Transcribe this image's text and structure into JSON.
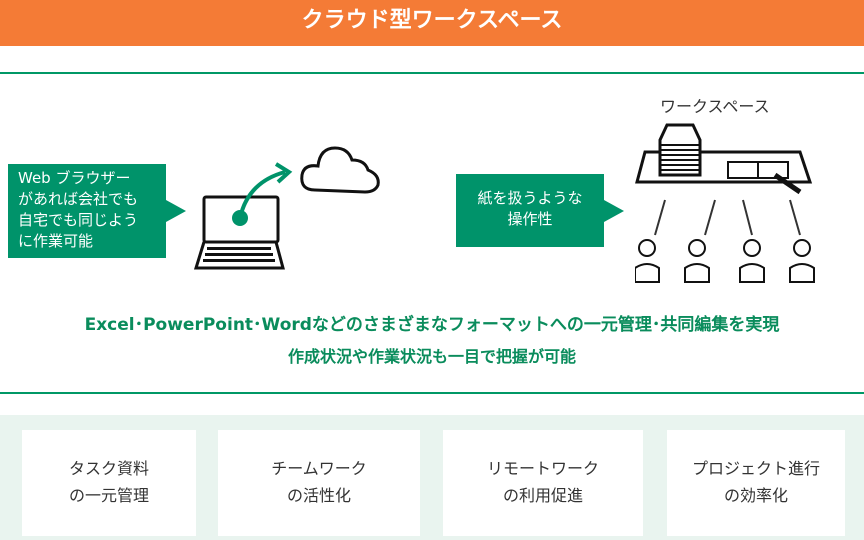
{
  "title": "クラウド型ワークスペース",
  "left_bubble": [
    "Web ブラウザー",
    "があれば会社でも",
    "自宅でも同じよう",
    "に作業可能"
  ],
  "right_bubble": [
    "紙を扱うような",
    "操作性"
  ],
  "workspace_label": "ワークスペース",
  "headline": [
    "Excel･PowerPoint･Wordなどのさまざまなフォーマットへの一元管理･共同編集を実現",
    "作成状況や作業状況も一目で把握が可能"
  ],
  "benefits": [
    [
      "タスク資料",
      "の一元管理"
    ],
    [
      "チームワーク",
      "の活性化"
    ],
    [
      "リモートワーク",
      "の利用促進"
    ],
    [
      "プロジェクト進行",
      "の効率化"
    ]
  ],
  "colors": {
    "header": "#f47b36",
    "green": "#00936a"
  }
}
